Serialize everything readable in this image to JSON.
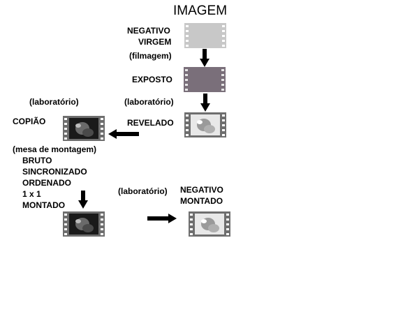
{
  "title": "IMAGEM",
  "labels": {
    "negativo_virgem_1": "NEGATIVO",
    "negativo_virgem_2": "VIRGEM",
    "filmagem": "(filmagem)",
    "exposto": "EXPOSTO",
    "laboratorio_right": "(laboratório)",
    "revelado": "REVELADO",
    "laboratorio_left": "(laboratório)",
    "copiao": "COPIÃO",
    "mesa_de_montagem": "(mesa de montagem)",
    "bruto": "BRUTO",
    "sincronizado": "SINCRONIZADO",
    "ordenado": "ORDENADO",
    "um_por_um": "1 x 1",
    "montado": "MONTADO",
    "laboratorio_bottom": "(laboratório)",
    "negativo_montado_1": "NEGATIVO",
    "negativo_montado_2": "MONTADO"
  },
  "colors": {
    "virgem": "#c8c8c8",
    "exposto": "#7a6f7a",
    "frame_border": "#6e6e6e",
    "arrow": "#000000"
  },
  "icons": {
    "film_virgem": "film-strip-blank-icon",
    "film_exposto": "film-strip-dark-icon",
    "film_revelado": "film-strip-negative-photo-icon",
    "film_copiao": "film-strip-positive-photo-icon",
    "film_montado": "film-strip-positive-photo-icon",
    "film_negativo_montado": "film-strip-negative-photo-icon"
  }
}
